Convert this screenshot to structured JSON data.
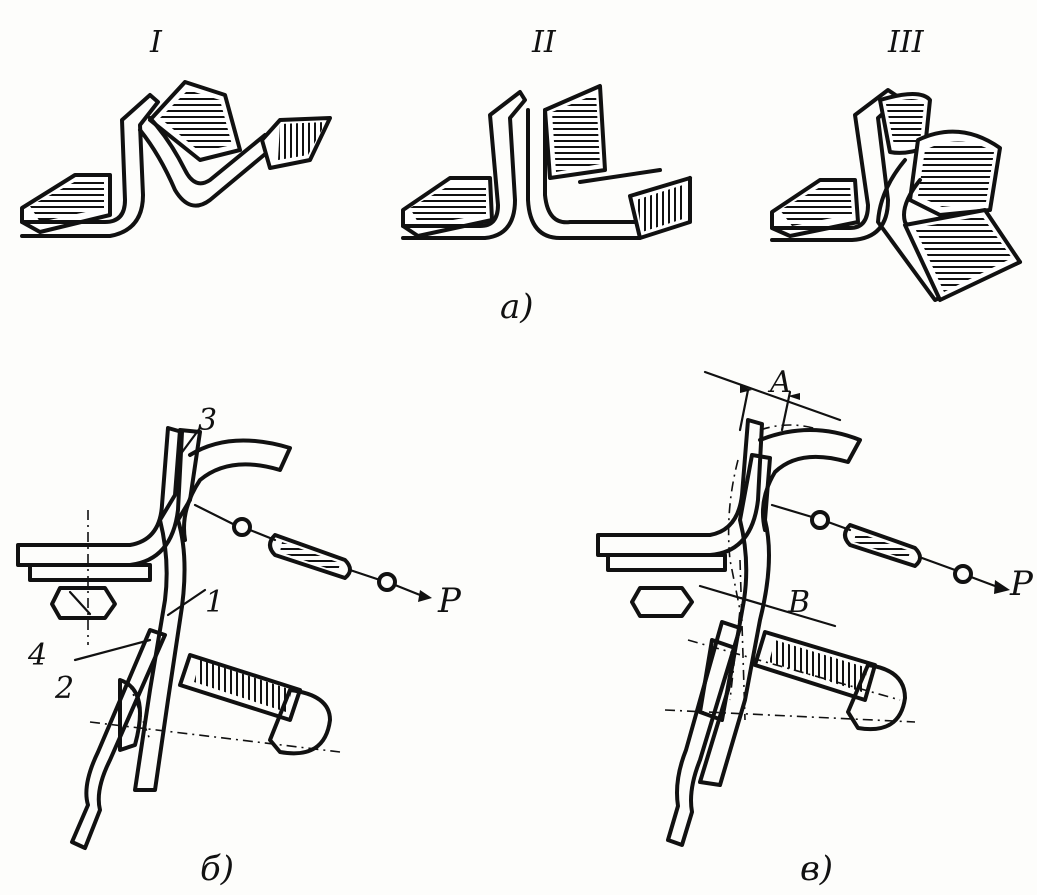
{
  "figure": {
    "top_labels": {
      "i": "I",
      "ii": "II",
      "iii": "III"
    },
    "captions": {
      "a": "а)",
      "b": "б)",
      "c": "в)"
    },
    "parts_b": {
      "n1": "1",
      "n2": "2",
      "n3": "3",
      "n4": "4",
      "force": "P"
    },
    "parts_c": {
      "gap_a": "A",
      "gap_b": "B",
      "force": "P"
    }
  }
}
